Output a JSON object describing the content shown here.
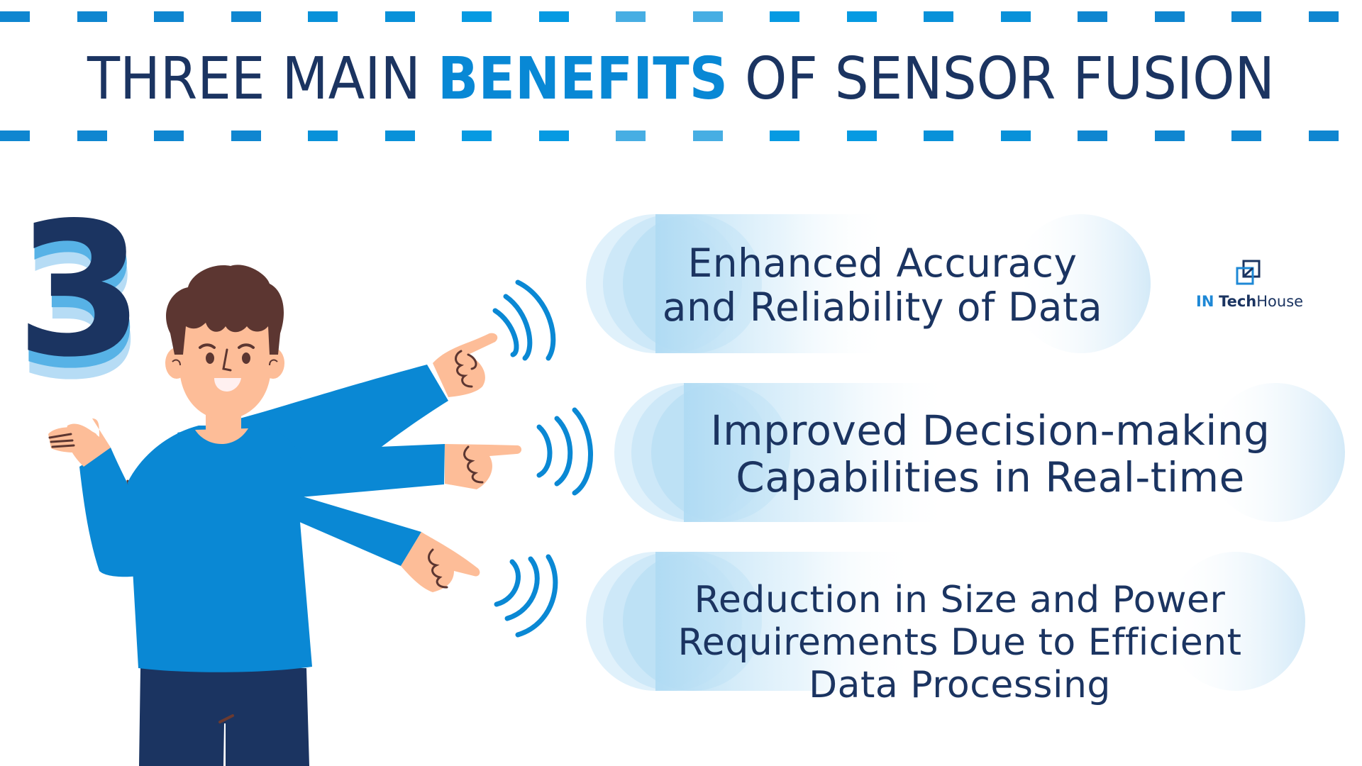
{
  "header": {
    "title_part1": "THREE MAIN ",
    "title_highlight": "BENEFITS",
    "title_part2": " OF SENSOR FUSION",
    "dash_colors": [
      "#0f86d0",
      "#0f86d0",
      "#0f86d0",
      "#0f86d0",
      "#0891d9",
      "#0891d9",
      "#069ae2",
      "#069ae2",
      "#47aee3",
      "#47aee3"
    ]
  },
  "big_number": {
    "value": "3"
  },
  "benefits": [
    {
      "line1": "Enhanced Accuracy",
      "line2": "and Reliability of Data"
    },
    {
      "line1": "Improved Decision-making",
      "line2": "Capabilities in Real-time"
    },
    {
      "line1": "Reduction in Size and Power",
      "line2": "Requirements Due to Efficient",
      "line3": "Data Processing"
    }
  ],
  "logo": {
    "part1": "IN",
    "part2": "Tech",
    "part3": "House"
  },
  "colors": {
    "navy": "#1b3461",
    "accent_blue": "#0888d5",
    "shirt_blue": "#0a88d4",
    "skin": "#fdbd98",
    "hair": "#5c3631",
    "pants": "#1b3461",
    "wave_blue": "#0a88d4",
    "pill_light": "#b8ddf3"
  }
}
